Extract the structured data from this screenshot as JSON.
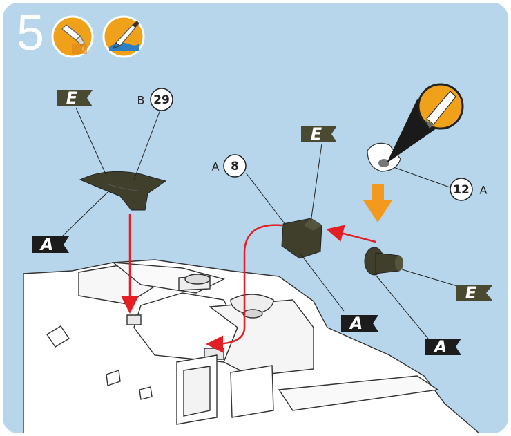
{
  "step": {
    "number": "5"
  },
  "tools": [
    {
      "name": "glue-bottle-icon"
    },
    {
      "name": "paint-brush-icon"
    }
  ],
  "flags": {
    "e1": "E",
    "a1": "A",
    "e2": "E",
    "a2": "A",
    "e3": "E",
    "a3": "A"
  },
  "parts": {
    "p29": {
      "letter": "B",
      "number": "29"
    },
    "p8": {
      "letter": "A",
      "number": "8"
    },
    "p12": {
      "number": "12",
      "letter": "A"
    }
  },
  "colors": {
    "background": "#b7d6ec",
    "panel_flag_E": "#4a4a33",
    "panel_flag_A": "#1c1c1c",
    "part_paint": "#3f3f2c",
    "arrow": "#e31e24",
    "tool_circle": "#f0a11a",
    "hint_arrow": "#f39a1e"
  }
}
